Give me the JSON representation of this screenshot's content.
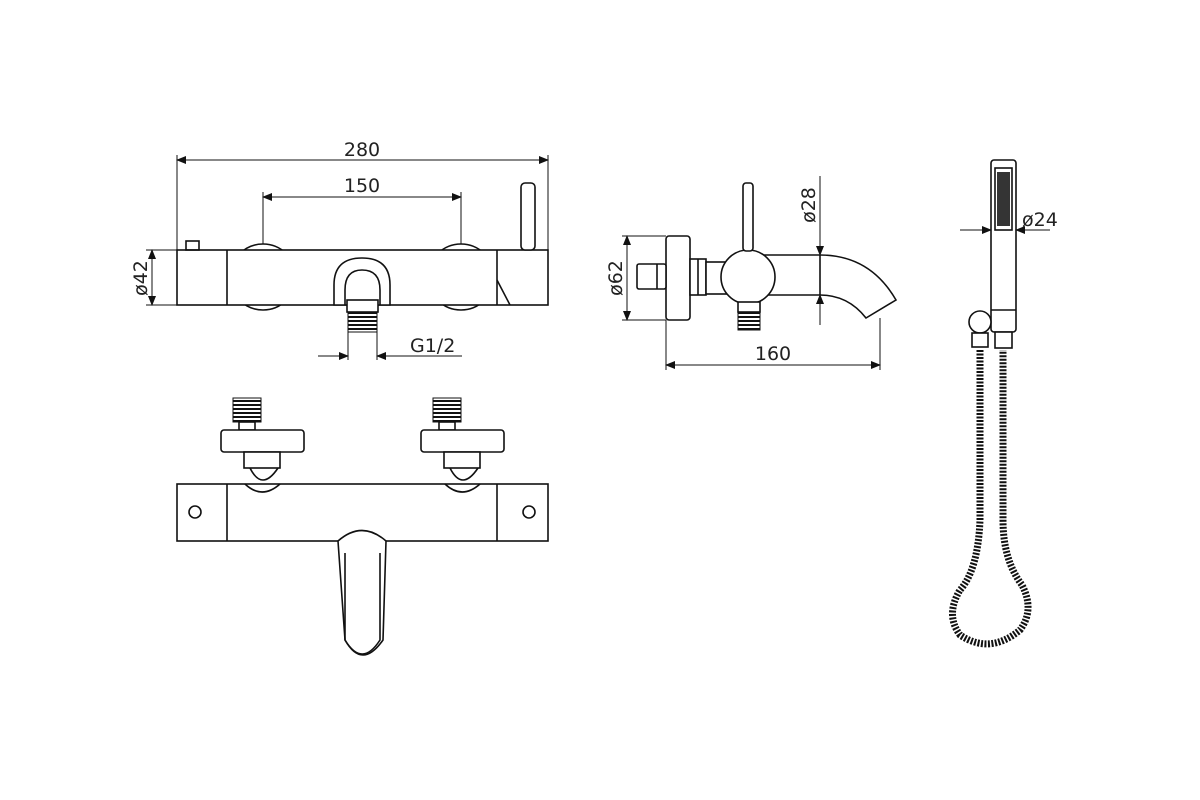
{
  "dimensions": {
    "overall_width": "280",
    "center_distance": "150",
    "body_diameter": "ø42",
    "thread": "G1/2",
    "rosette_diameter": "ø62",
    "spout_diameter": "ø28",
    "spout_projection": "160",
    "handshower_diameter": "ø24"
  }
}
